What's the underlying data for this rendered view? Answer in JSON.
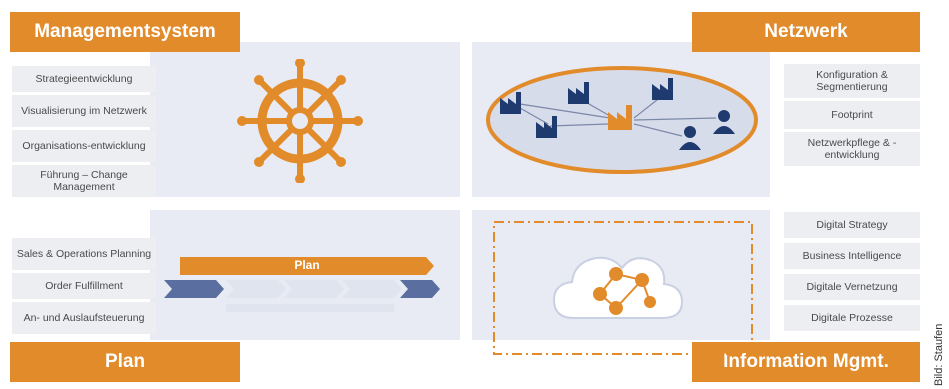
{
  "headers": {
    "top_left": "Managementsystem",
    "top_right": "Netzwerk",
    "bottom_left": "Plan",
    "bottom_right": "Information Mgmt."
  },
  "left_top_items": [
    "Strategieentwicklung",
    "Visualisierung im Netzwerk",
    "Organisations-entwicklung",
    "Führung – Change Management"
  ],
  "right_top_items": [
    "Konfiguration & Segmentierung",
    "Footprint",
    "Netzwerkpflege & -entwicklung"
  ],
  "left_bottom_items": [
    "Sales & Operations Planning",
    "Order Fulfillment",
    "An- und Auslaufsteuerung"
  ],
  "right_bottom_items": [
    "Digital Strategy",
    "Business Intelligence",
    "Digitale Vernetzung",
    "Digitale Prozesse"
  ],
  "plan_arrow_label": "Plan",
  "credit": "Bild: Staufen",
  "colors": {
    "accent": "#e28b2b",
    "navy": "#1f3a6e",
    "panel": "#e8ebf3"
  }
}
